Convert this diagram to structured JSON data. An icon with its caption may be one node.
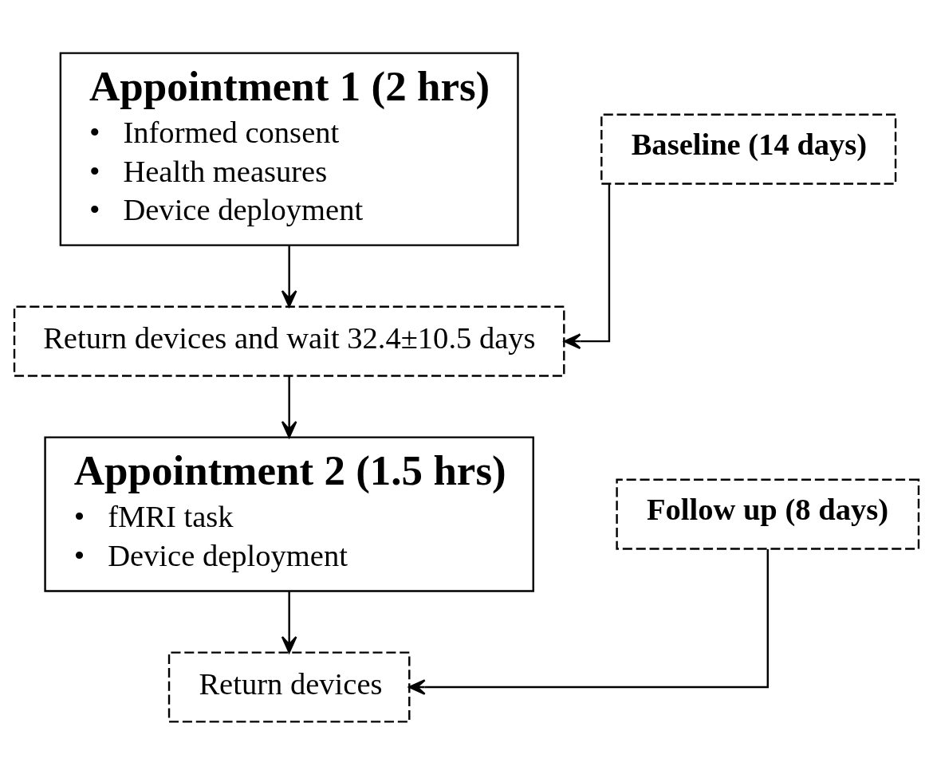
{
  "diagram": {
    "nodes": [
      {
        "text": [
          "Appointment 1 (2 hrs)",
          "•   Informed consent",
          "•   Health measures",
          "•   Device deployment"
        ]
      },
      {
        "text": [
          "Baseline (14 days)"
        ]
      },
      {
        "text": [
          "Return devices and wait 32.4±10.5 days"
        ]
      },
      {
        "text": [
          "Appointment 2 (1.5 hrs)",
          "•   fMRI task",
          "•   Device deployment"
        ]
      },
      {
        "text": [
          "Follow up (8 days)"
        ]
      },
      {
        "text": [
          "Return devices"
        ]
      }
    ],
    "edges": [
      {
        "from": 0,
        "to": 2,
        "arrow": "to"
      },
      {
        "from": 1,
        "to": 2,
        "arrow": "to"
      },
      {
        "from": 2,
        "to": 3,
        "arrow": "to"
      },
      {
        "from": 3,
        "to": 5,
        "arrow": "to"
      },
      {
        "from": 4,
        "to": 5,
        "arrow": "to"
      }
    ]
  }
}
